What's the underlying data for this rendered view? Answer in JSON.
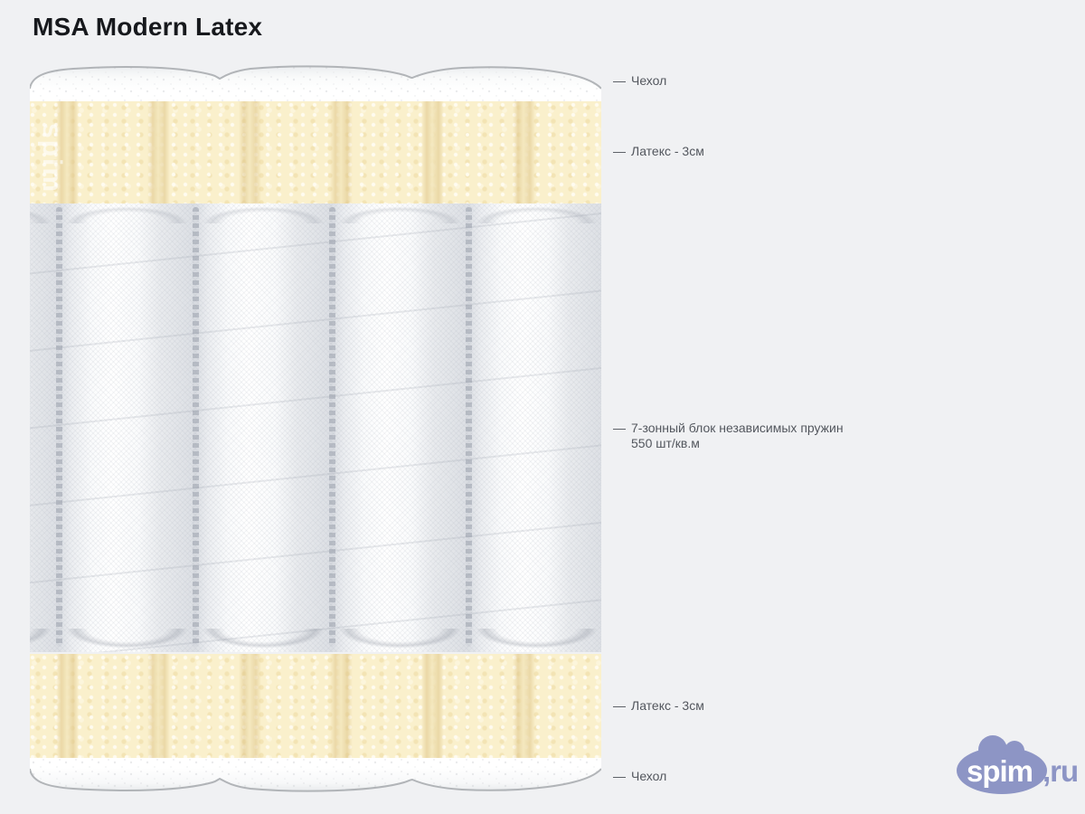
{
  "page": {
    "title": "MSA Modern Latex"
  },
  "diagram": {
    "watermark": "spim",
    "labels": [
      {
        "dash": "—",
        "text": "Чехол"
      },
      {
        "dash": "—",
        "text": "Латекс - 3см"
      },
      {
        "dash": "—",
        "text": "7-зонный блок независимых пружин 550 шт/кв.м"
      },
      {
        "dash": "—",
        "text": "Латекс - 3см"
      },
      {
        "dash": "—",
        "text": "Чехол"
      }
    ],
    "layers": [
      {
        "name": "cover-top",
        "label": "Чехол"
      },
      {
        "name": "latex-top",
        "label": "Латекс - 3см"
      },
      {
        "name": "spring-block",
        "label": "7-зонный блок независимых пружин 550 шт/кв.м"
      },
      {
        "name": "latex-bottom",
        "label": "Латекс - 3см"
      },
      {
        "name": "cover-bottom",
        "label": "Чехол"
      }
    ]
  },
  "logo": {
    "brand": "spim",
    "suffix": ",ru"
  },
  "colors": {
    "background": "#f0f1f3",
    "title_text": "#17191d",
    "label_text": "#53575e",
    "latex_foam": "#faf0cc",
    "latex_groove": "#e4cd96",
    "spring_fabric": "#ffffff",
    "spring_shadow": "#dcdfe4",
    "logo_accent": "#8d95c5"
  }
}
